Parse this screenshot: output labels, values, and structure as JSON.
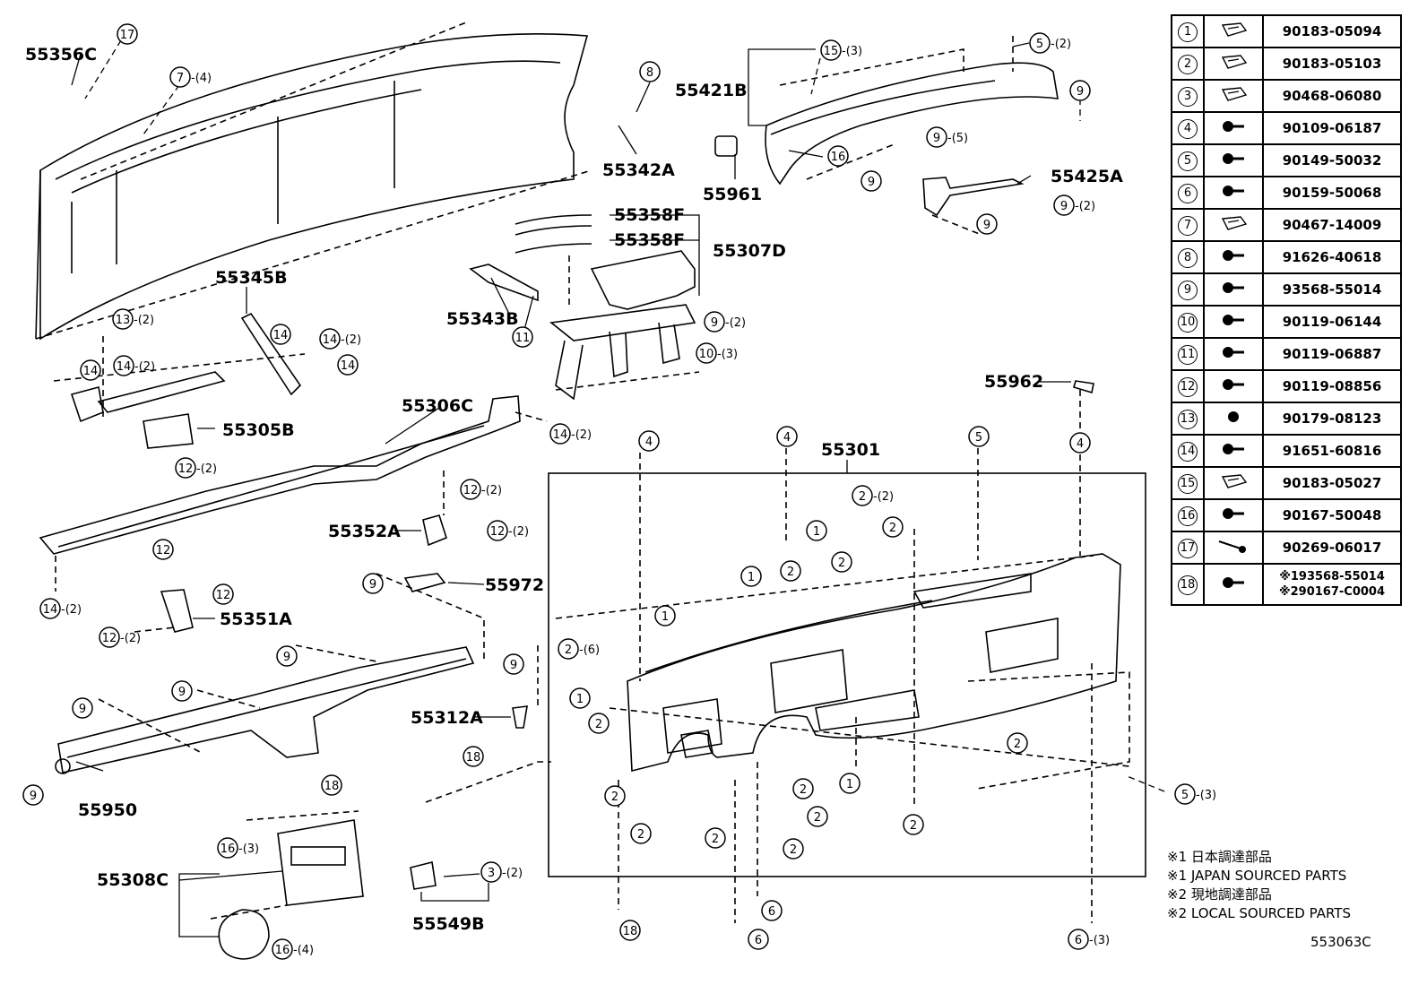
{
  "parts": {
    "p55356C": "55356C",
    "p55342A": "55342A",
    "p55421B": "55421B",
    "p55961": "55961",
    "p55425A": "55425A",
    "p55358F_1": "55358F",
    "p55358F_2": "55358F",
    "p55307D": "55307D",
    "p55343B": "55343B",
    "p55345B": "55345B",
    "p55305B": "55305B",
    "p55306C": "55306C",
    "p55962": "55962",
    "p55301": "55301",
    "p55352A": "55352A",
    "p55972": "55972",
    "p55351A": "55351A",
    "p55312A": "55312A",
    "p55950": "55950",
    "p55308C": "55308C",
    "p55549B": "55549B"
  },
  "table": {
    "rows": [
      {
        "num": "1",
        "part_no": "90183-05094"
      },
      {
        "num": "2",
        "part_no": "90183-05103"
      },
      {
        "num": "3",
        "part_no": "90468-06080"
      },
      {
        "num": "4",
        "part_no": "90109-06187"
      },
      {
        "num": "5",
        "part_no": "90149-50032"
      },
      {
        "num": "6",
        "part_no": "90159-50068"
      },
      {
        "num": "7",
        "part_no": "90467-14009"
      },
      {
        "num": "8",
        "part_no": "91626-40618"
      },
      {
        "num": "9",
        "part_no": "93568-55014"
      },
      {
        "num": "10",
        "part_no": "90119-06144"
      },
      {
        "num": "11",
        "part_no": "90119-06887"
      },
      {
        "num": "12",
        "part_no": "90119-08856"
      },
      {
        "num": "13",
        "part_no": "90179-08123"
      },
      {
        "num": "14",
        "part_no": "91651-60816"
      },
      {
        "num": "15",
        "part_no": "90183-05027"
      },
      {
        "num": "16",
        "part_no": "90167-50048"
      },
      {
        "num": "17",
        "part_no": "90269-06017"
      }
    ],
    "row18": {
      "num": "18",
      "part_no_a": "※193568-55014",
      "part_no_b": "※290167-C0004"
    }
  },
  "notes": {
    "n1": "※1 日本調達部品",
    "n2": "※1 JAPAN SOURCED PARTS",
    "n3": "※2 現地調達部品",
    "n4": "※2 LOCAL SOURCED PARTS"
  },
  "doc_code": "553063C",
  "callouts": {
    "c17": "17",
    "c7": "7",
    "q7": "-(4)",
    "c8": "8",
    "c15": "15",
    "q15": "-(3)",
    "c5a": "5",
    "q5a": "-(2)",
    "c9a": "9",
    "c9b": "9",
    "q9b": "-(5)",
    "c16a": "16",
    "c9c": "9",
    "c9d": "9",
    "q9d": "-(2)",
    "c9e": "9",
    "c13": "13",
    "q13": "-(2)",
    "c14a": "14",
    "c14b": "14",
    "q14b": "-(2)",
    "c14c": "14",
    "c14d": "14",
    "q14d": "-(2)",
    "c14e": "14",
    "c11": "11",
    "c9f": "9",
    "q9f": "-(2)",
    "c10": "10",
    "q10": "-(3)",
    "c12a": "12",
    "q12a": "-(2)",
    "c14f": "14",
    "q14f": "-(2)",
    "c12b": "12",
    "q12b": "-(2)",
    "c12c": "12",
    "q12c": "-(2)",
    "c12d": "12",
    "c12e": "12",
    "c12f": "12",
    "q12f": "-(2)",
    "c14g": "14",
    "q14g": "-(2)",
    "c9g": "9",
    "c9h": "9",
    "c9i": "9",
    "c9j": "9",
    "c9k": "9",
    "c18a": "18",
    "c18b": "18",
    "c16b": "16",
    "q16b": "-(3)",
    "c16c": "16",
    "q16c": "-(4)",
    "c3": "3",
    "q3": "-(2)",
    "c4a": "4",
    "c4b": "4",
    "c5b": "5",
    "c4c": "4",
    "c2a": "2",
    "q2a": "-(2)",
    "c2b": "2",
    "c1a": "1",
    "c2c": "2",
    "c2d": "2",
    "c1b": "1",
    "c1c": "1",
    "c2e": "2",
    "q2e": "-(6)",
    "c1d": "1",
    "c2f": "2",
    "c2g": "2",
    "c2h": "2",
    "c2i": "2",
    "c2j": "2",
    "c2k": "2",
    "c1e": "1",
    "c2l": "2",
    "c2m": "2",
    "c2n": "2",
    "c5c": "5",
    "q5c": "-(3)",
    "c6a": "6",
    "c6b": "6",
    "c18c": "18",
    "c6c": "6",
    "q6c": "-(3)"
  }
}
